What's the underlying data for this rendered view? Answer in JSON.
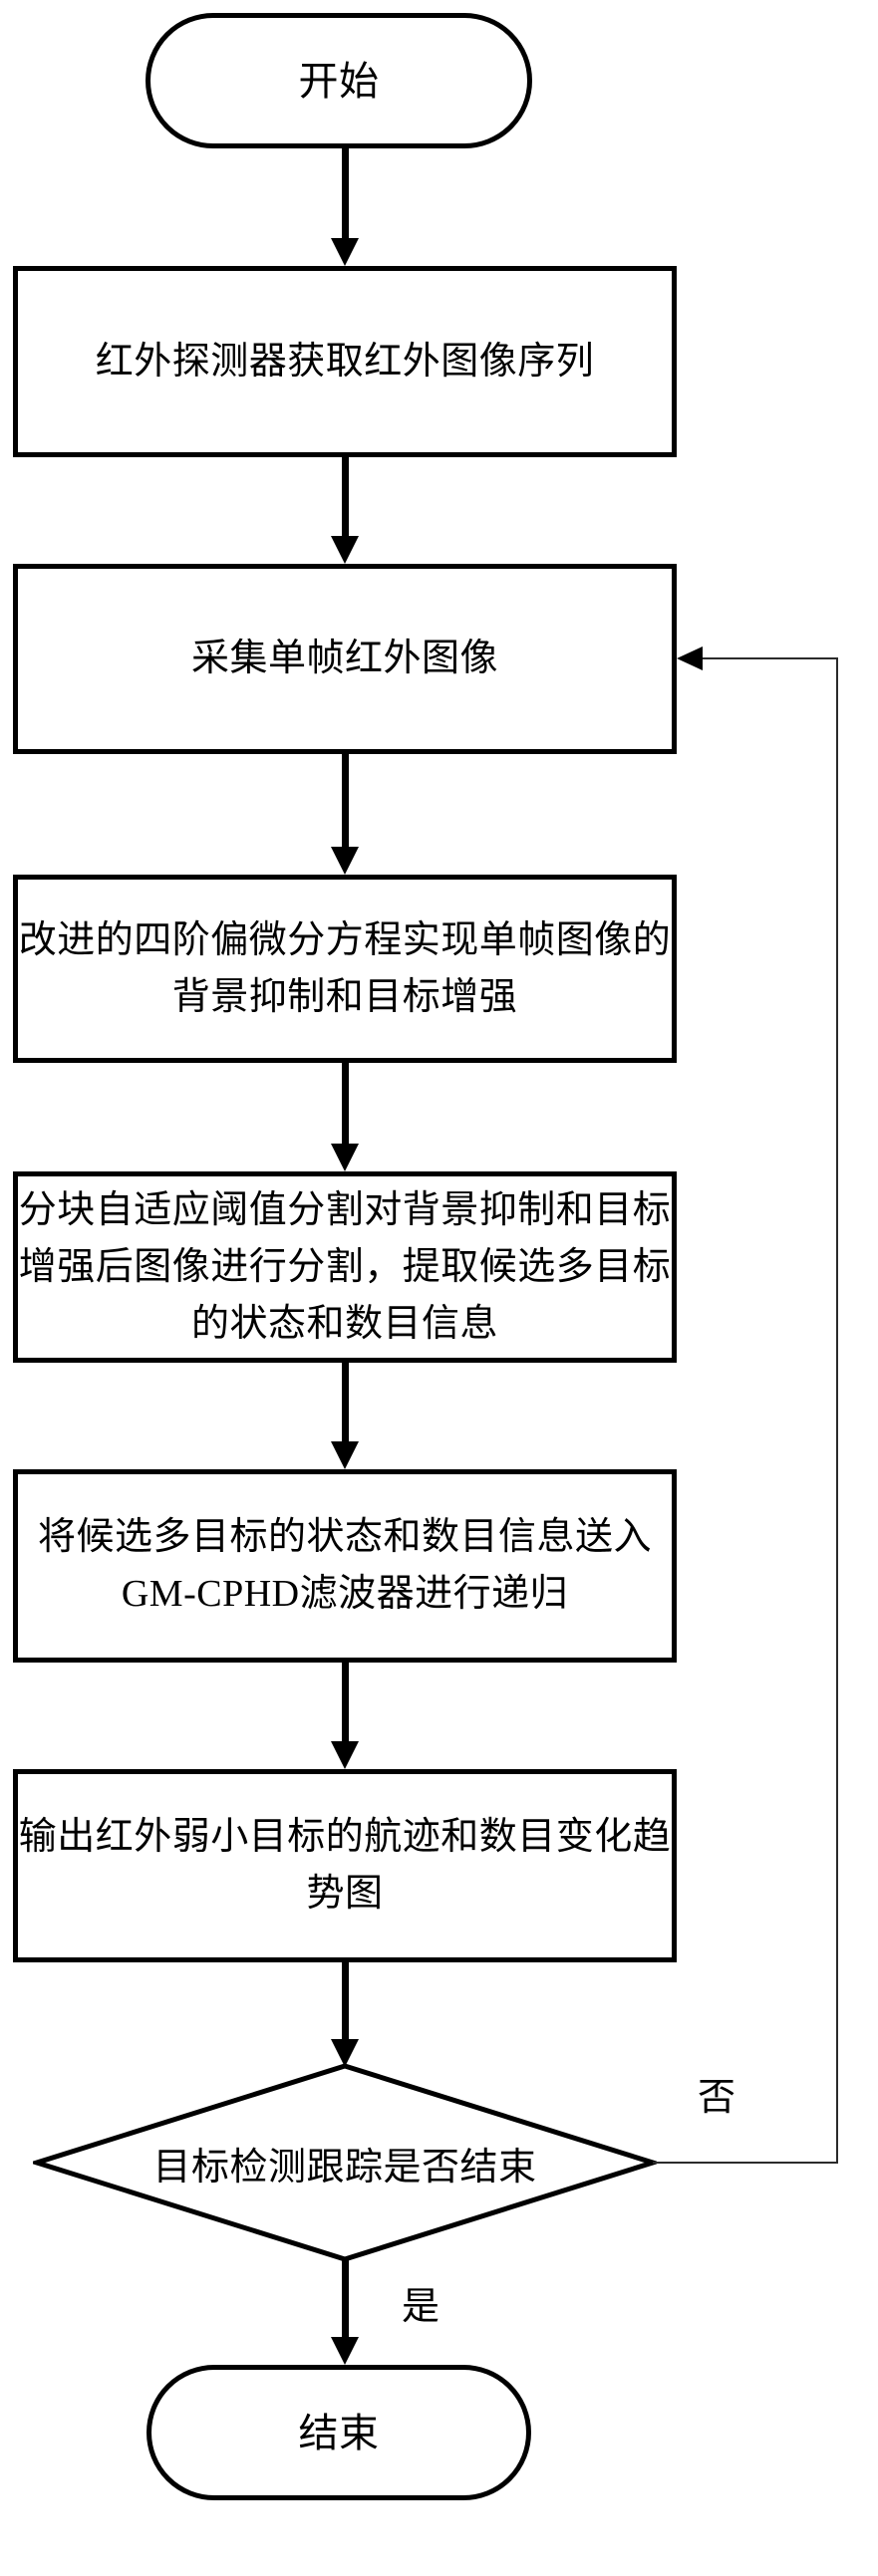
{
  "nodes": {
    "start": "开始",
    "acquire_sequence": "红外探测器获取红外图像序列",
    "capture_frame": "采集单帧红外图像",
    "background_suppression": "改进的四阶偏微分方程实现单帧图像的\n背景抑制和目标增强",
    "segmentation": "分块自适应阈值分割对背景抑制和目标\n增强后图像进行分割，提取候选多目标\n的状态和数目信息",
    "gm_cphd": "将候选多目标的状态和数目信息送入\nGM-CPHD滤波器进行递归",
    "output": "输出红外弱小目标的航迹和数目变化趋\n势图",
    "decision": "目标检测跟踪是否结束",
    "end": "结束"
  },
  "branch_labels": {
    "no": "否",
    "yes": "是"
  },
  "edges": [
    {
      "from": "start",
      "to": "acquire_sequence"
    },
    {
      "from": "acquire_sequence",
      "to": "capture_frame"
    },
    {
      "from": "capture_frame",
      "to": "background_suppression"
    },
    {
      "from": "background_suppression",
      "to": "segmentation"
    },
    {
      "from": "segmentation",
      "to": "gm_cphd"
    },
    {
      "from": "gm_cphd",
      "to": "output"
    },
    {
      "from": "output",
      "to": "decision"
    },
    {
      "from": "decision",
      "to": "end",
      "label": "是"
    },
    {
      "from": "decision",
      "to": "capture_frame",
      "label": "否"
    }
  ],
  "colors": {
    "stroke": "#000000",
    "fill": "#ffffff"
  }
}
